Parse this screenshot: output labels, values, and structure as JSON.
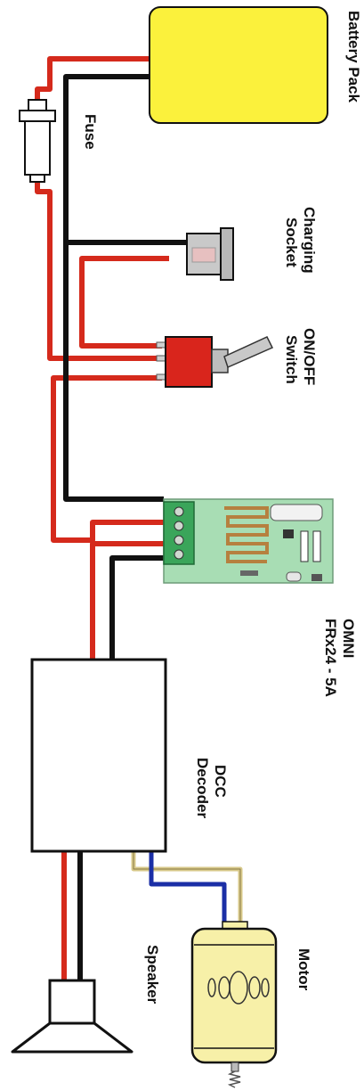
{
  "labels": {
    "battery_pack": "Battery Pack",
    "fuse": "Fuse",
    "charging_socket_line1": "Charging",
    "charging_socket_line2": "Socket",
    "switch_line1": "ON/OFF",
    "switch_line2": "Switch",
    "receiver_line1": "OMNI",
    "receiver_line2": "FRx24 - 5A",
    "decoder_line1": "DCC",
    "decoder_line2": "Decoder",
    "motor": "Motor",
    "speaker": "Speaker"
  },
  "colors": {
    "positive_wire": "#d52a1c",
    "negative_wire": "#111111",
    "motor_wire_blue": "#1b2fa6",
    "motor_wire_tan": "#d8c98a",
    "battery_fill": "#fbf13c",
    "switch_body": "#d9251c",
    "receiver_board": "#a8ddb4",
    "terminal_block": "#3aa55a",
    "motor_body": "#f7f0a8"
  }
}
